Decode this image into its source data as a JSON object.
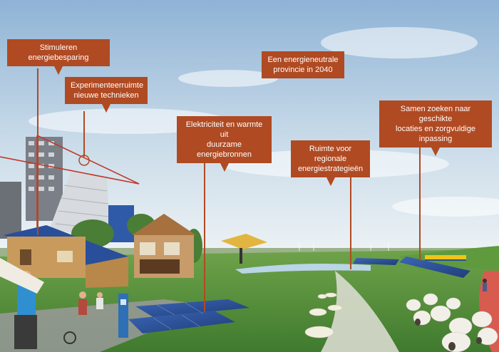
{
  "callouts": [
    {
      "text": "Stimuleren energiebesparing"
    },
    {
      "text": "Experimenteerruimte\nnieuwe technieken"
    },
    {
      "text": "Een energieneutrale\nprovincie in 2040"
    },
    {
      "text": "Elektriciteit en warmte uit\nduurzame energiebronnen"
    },
    {
      "text": "Ruimte voor regionale\nenergiestrategieën"
    },
    {
      "text": "Samen zoeken naar geschikte\nlocaties en zorgvuldige inpassing"
    }
  ],
  "colors": {
    "callout": "#b04a22",
    "sky_top": "#8fb3d6",
    "sky_bottom": "#e9f0f4",
    "grass": "#4f8f3a",
    "solar": "#2a4f9a"
  }
}
